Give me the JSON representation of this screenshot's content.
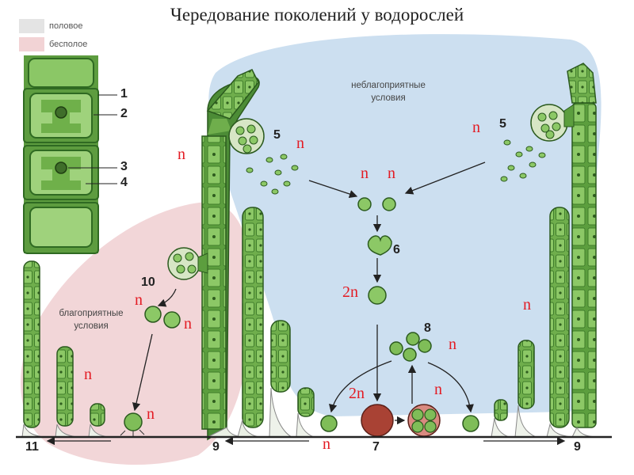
{
  "title": "Чередование поколений у водорослей",
  "legend": [
    {
      "label": "половое",
      "color": "#e4e4e4"
    },
    {
      "label": "бесполое",
      "color": "#f2d3d5"
    }
  ],
  "conditions": {
    "unfavorable": [
      "неблагоприятные",
      "условия"
    ],
    "favorable": [
      "благоприятные",
      "условия"
    ]
  },
  "inset_labels": [
    "1",
    "2",
    "3",
    "4"
  ],
  "stage_numbers": [
    "5",
    "5",
    "6",
    "8",
    "10",
    "11",
    "9",
    "7",
    "9"
  ],
  "ploidy": {
    "n": "n",
    "two_n": "2n"
  },
  "colors": {
    "sexual_zone": "#c7dbee",
    "asexual_zone": "#f1d2d4",
    "filament_green": "#4f9a3a",
    "cell_green": "#7fbd58",
    "zygote": "#a94234",
    "label_red": "#e31b23"
  }
}
